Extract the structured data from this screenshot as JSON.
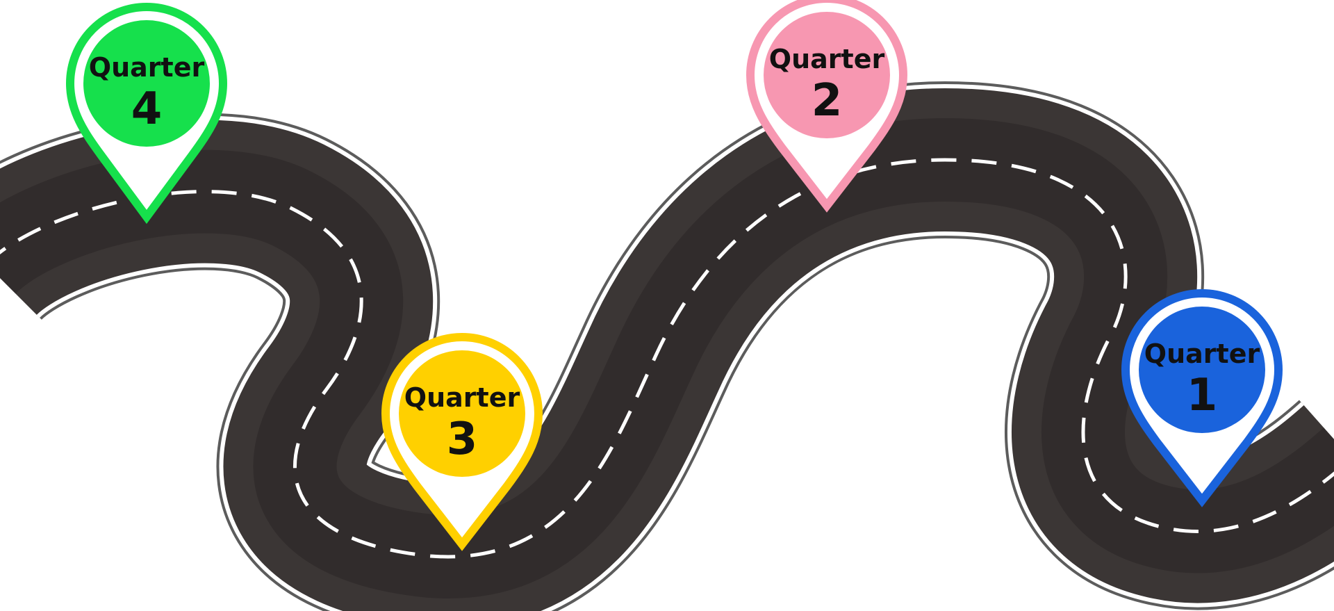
{
  "roadmap": {
    "pins": [
      {
        "key": "q1",
        "label": "Quarter",
        "number": "1",
        "color": "#1A63DC"
      },
      {
        "key": "q2",
        "label": "Quarter",
        "number": "2",
        "color": "#F797B1"
      },
      {
        "key": "q3",
        "label": "Quarter",
        "number": "3",
        "color": "#FFD000"
      },
      {
        "key": "q4",
        "label": "Quarter",
        "number": "4",
        "color": "#16E04C"
      }
    ],
    "road": {
      "asphalt_color": "#2f2b2a",
      "edge_line_color": "#ffffff",
      "center_line_color": "#ffffff"
    }
  }
}
